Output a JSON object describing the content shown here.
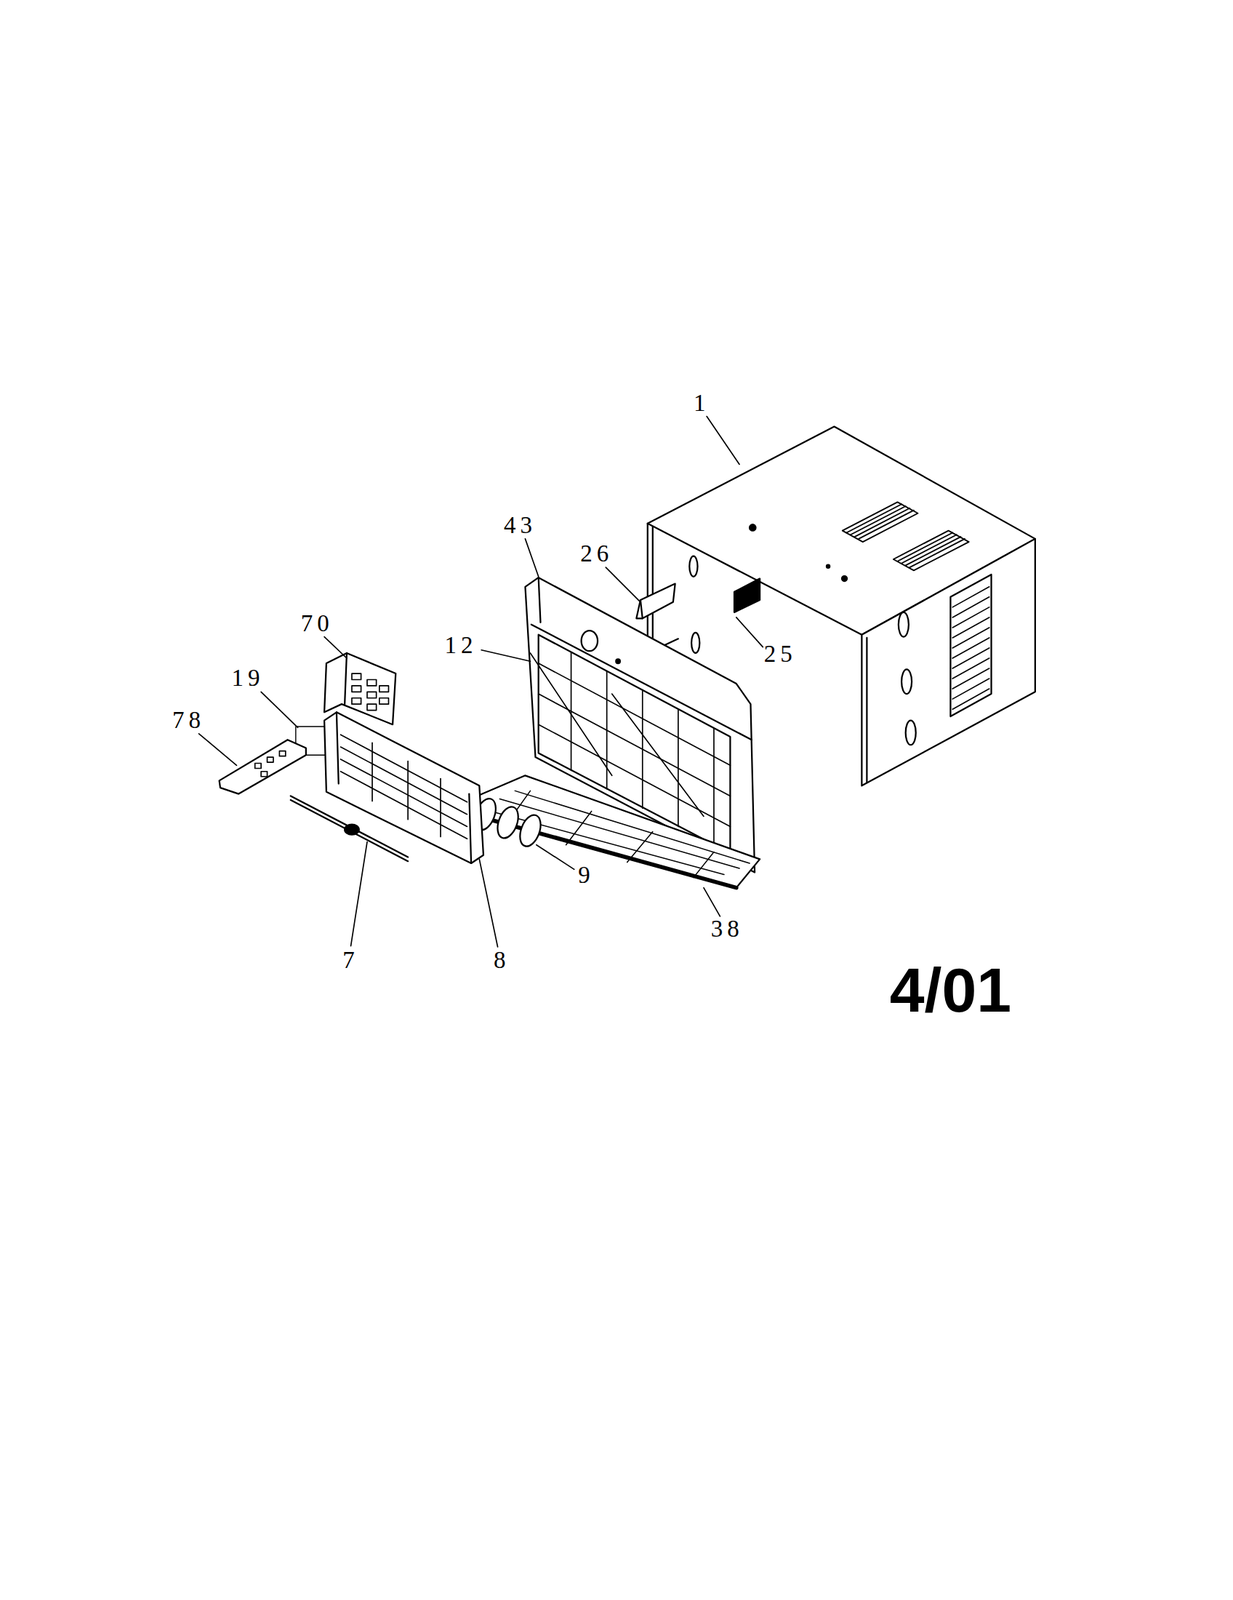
{
  "diagram": {
    "labels": [
      "1",
      "43",
      "26",
      "25",
      "70",
      "12",
      "19",
      "78",
      "9",
      "8",
      "7",
      "38",
      "4/01"
    ]
  }
}
